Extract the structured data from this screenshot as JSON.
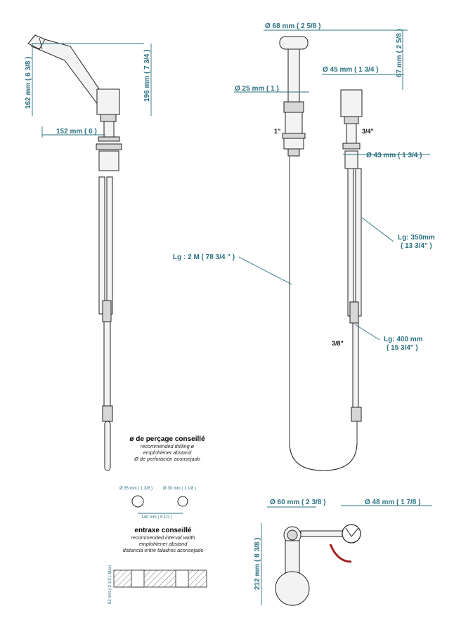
{
  "mixer": {
    "dim_height": "162 mm ( 6 3/8 )",
    "dim_total": "196 mm ( 7 3/4 )",
    "dim_reach": "152 mm ( 6 )"
  },
  "shower": {
    "dim_head_dia": "Ø  68 mm ( 2 5/8 )",
    "dim_head_height": "67 mm ( 2 5/8 )",
    "dim_handle_dia": "Ø  25 mm ( 1 )",
    "dim_holder_dia": "Ø  45 mm ( 1 3/4 )",
    "dim_base_dia": "Ø  43 mm ( 1 3/4 )",
    "thread_1": "1\"",
    "thread_34": "3/4\"",
    "thread_38": "3/8\"",
    "hose_2m": "Lg : 2 M ( 78 3/4 \" )",
    "hose_350_a": "Lg: 350mm",
    "hose_350_b": "( 13 3/4\" )",
    "hose_400_a": "Lg: 400 mm",
    "hose_400_b": "( 15 3/4\" )"
  },
  "drilling": {
    "title": "ø de perçage conseillé",
    "en": "recommended drilling ø",
    "de": "empfohlener abstand",
    "es": "Ø de perforación aconsejado",
    "hole1": "Ø  35 mm ( 1 3/8 )",
    "hole2": "Ø  30 mm ( 1 1/8 )",
    "spacing": "140 mm ( 5 1/2 )"
  },
  "interval": {
    "title": "entraxe conseillé",
    "en": "recommended interval width",
    "de": "empfohlener abstand",
    "es": "distancia entre taladros aconsejado",
    "thickness": "62 mm ( 2 1/2 ) Maxi"
  },
  "top_view": {
    "dim_60": "Ø  60 mm ( 2 3/8 )",
    "dim_48": "Ø  48 mm ( 1 7/8 )",
    "dim_212": "212 mm ( 8 3/8 )"
  }
}
